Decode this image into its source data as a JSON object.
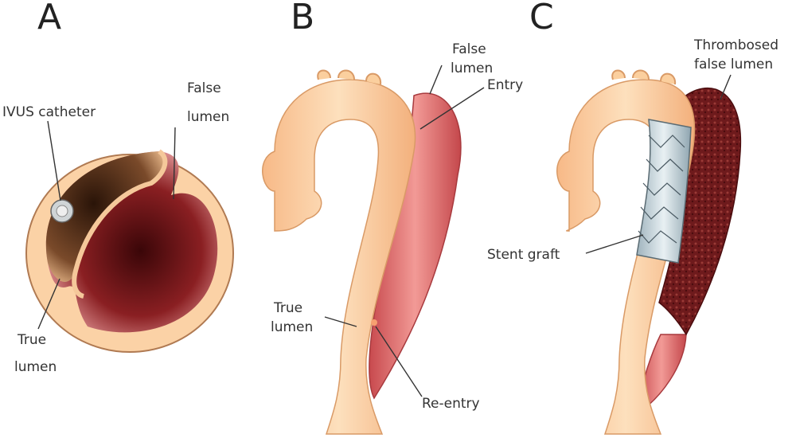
{
  "panels": {
    "a": {
      "letter": "A",
      "ivus_catheter": "IVUS catheter",
      "false_lumen": [
        "False",
        "lumen"
      ],
      "true_lumen": [
        "True",
        "lumen"
      ]
    },
    "b": {
      "letter": "B",
      "false_lumen": [
        "False",
        "lumen"
      ],
      "entry": "Entry",
      "true_lumen": [
        "True",
        "lumen"
      ],
      "re_entry": "Re-entry"
    },
    "c": {
      "letter": "C",
      "thrombosed_false_lumen": [
        "Thrombosed",
        "false lumen"
      ],
      "stent_graft": "Stent graft"
    }
  },
  "colors": {
    "aorta": "#fbcf9e",
    "aorta_edge": "#d99a66",
    "false_lumen": "#e0676a",
    "thrombus": "#6e1a1c",
    "stent": "#c9d6dc"
  }
}
